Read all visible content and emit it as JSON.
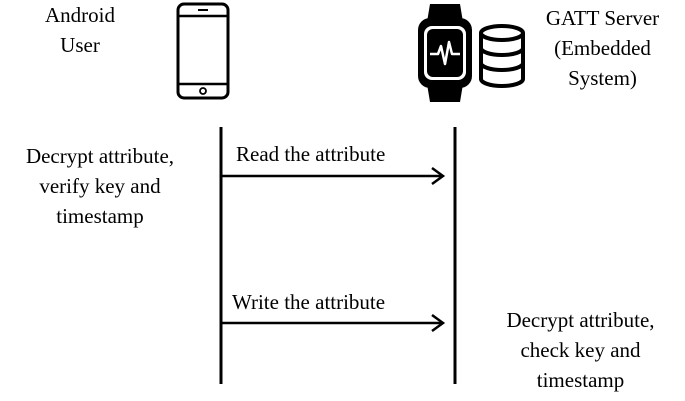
{
  "participants": {
    "client": {
      "lines": [
        "Android",
        "User"
      ],
      "icon": "smartphone-icon"
    },
    "server": {
      "lines": [
        "GATT Server",
        "(Embedded",
        "System)"
      ],
      "icons": [
        "smartwatch-icon",
        "database-icon"
      ]
    }
  },
  "messages": [
    {
      "label": "Write the attribute",
      "from": "client",
      "to": "server"
    }
  ],
  "read_message": {
    "label": "Read the attribute",
    "from": "client",
    "to": "server"
  },
  "notes": {
    "client": [
      "Decrypt attribute,",
      "verify key and",
      "timestamp"
    ],
    "server": [
      "Decrypt attribute,",
      "check key and",
      "timestamp"
    ]
  }
}
